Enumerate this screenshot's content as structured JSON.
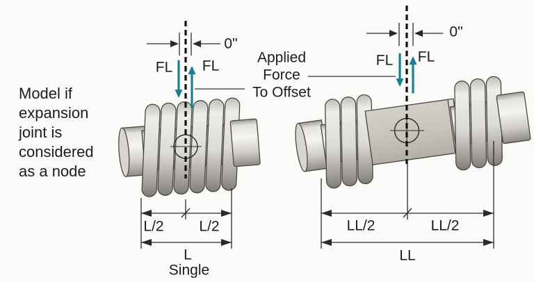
{
  "note": {
    "text": "Model if\nexpansion\njoint is\nconsidered\nas a node"
  },
  "applied_force": {
    "text": "Applied\nForce\nTo Offset"
  },
  "left_diagram": {
    "offset": "0\"",
    "fl_left": "FL",
    "fl_right": "FL",
    "half_left": "L/2",
    "half_right": "L/2",
    "total": "L",
    "caption": "Single"
  },
  "right_diagram": {
    "offset": "0\"",
    "fl_left": "FL",
    "fl_right": "FL",
    "half_left": "LL/2",
    "half_right": "LL/2",
    "total": "LL"
  },
  "colors": {
    "force_arrow": "#17808E",
    "line": "#2a2a28",
    "text": "#1c1c1c",
    "metal_highlight": "#f6f5f3",
    "metal_shadow": "#8d8a84",
    "spool": "#c8c5bd",
    "background": "#fbfbfa"
  }
}
